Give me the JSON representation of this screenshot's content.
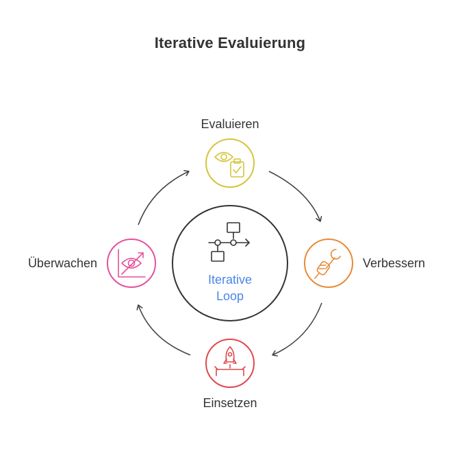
{
  "title": "Iterative Evaluierung",
  "center": {
    "line1": "Iterative",
    "line2": "Loop",
    "icon": "flowchart-icon",
    "text_color": "#4a86e8"
  },
  "stages": [
    {
      "label": "Evaluieren",
      "icon": "eye-clipboard-icon",
      "color": "#d4c53a"
    },
    {
      "label": "Verbessern",
      "icon": "wrench-hand-icon",
      "color": "#e88a35"
    },
    {
      "label": "Einsetzen",
      "icon": "rocket-launch-icon",
      "color": "#e0474c"
    },
    {
      "label": "Überwachen",
      "icon": "eye-chart-icon",
      "color": "#e5509a"
    }
  ]
}
